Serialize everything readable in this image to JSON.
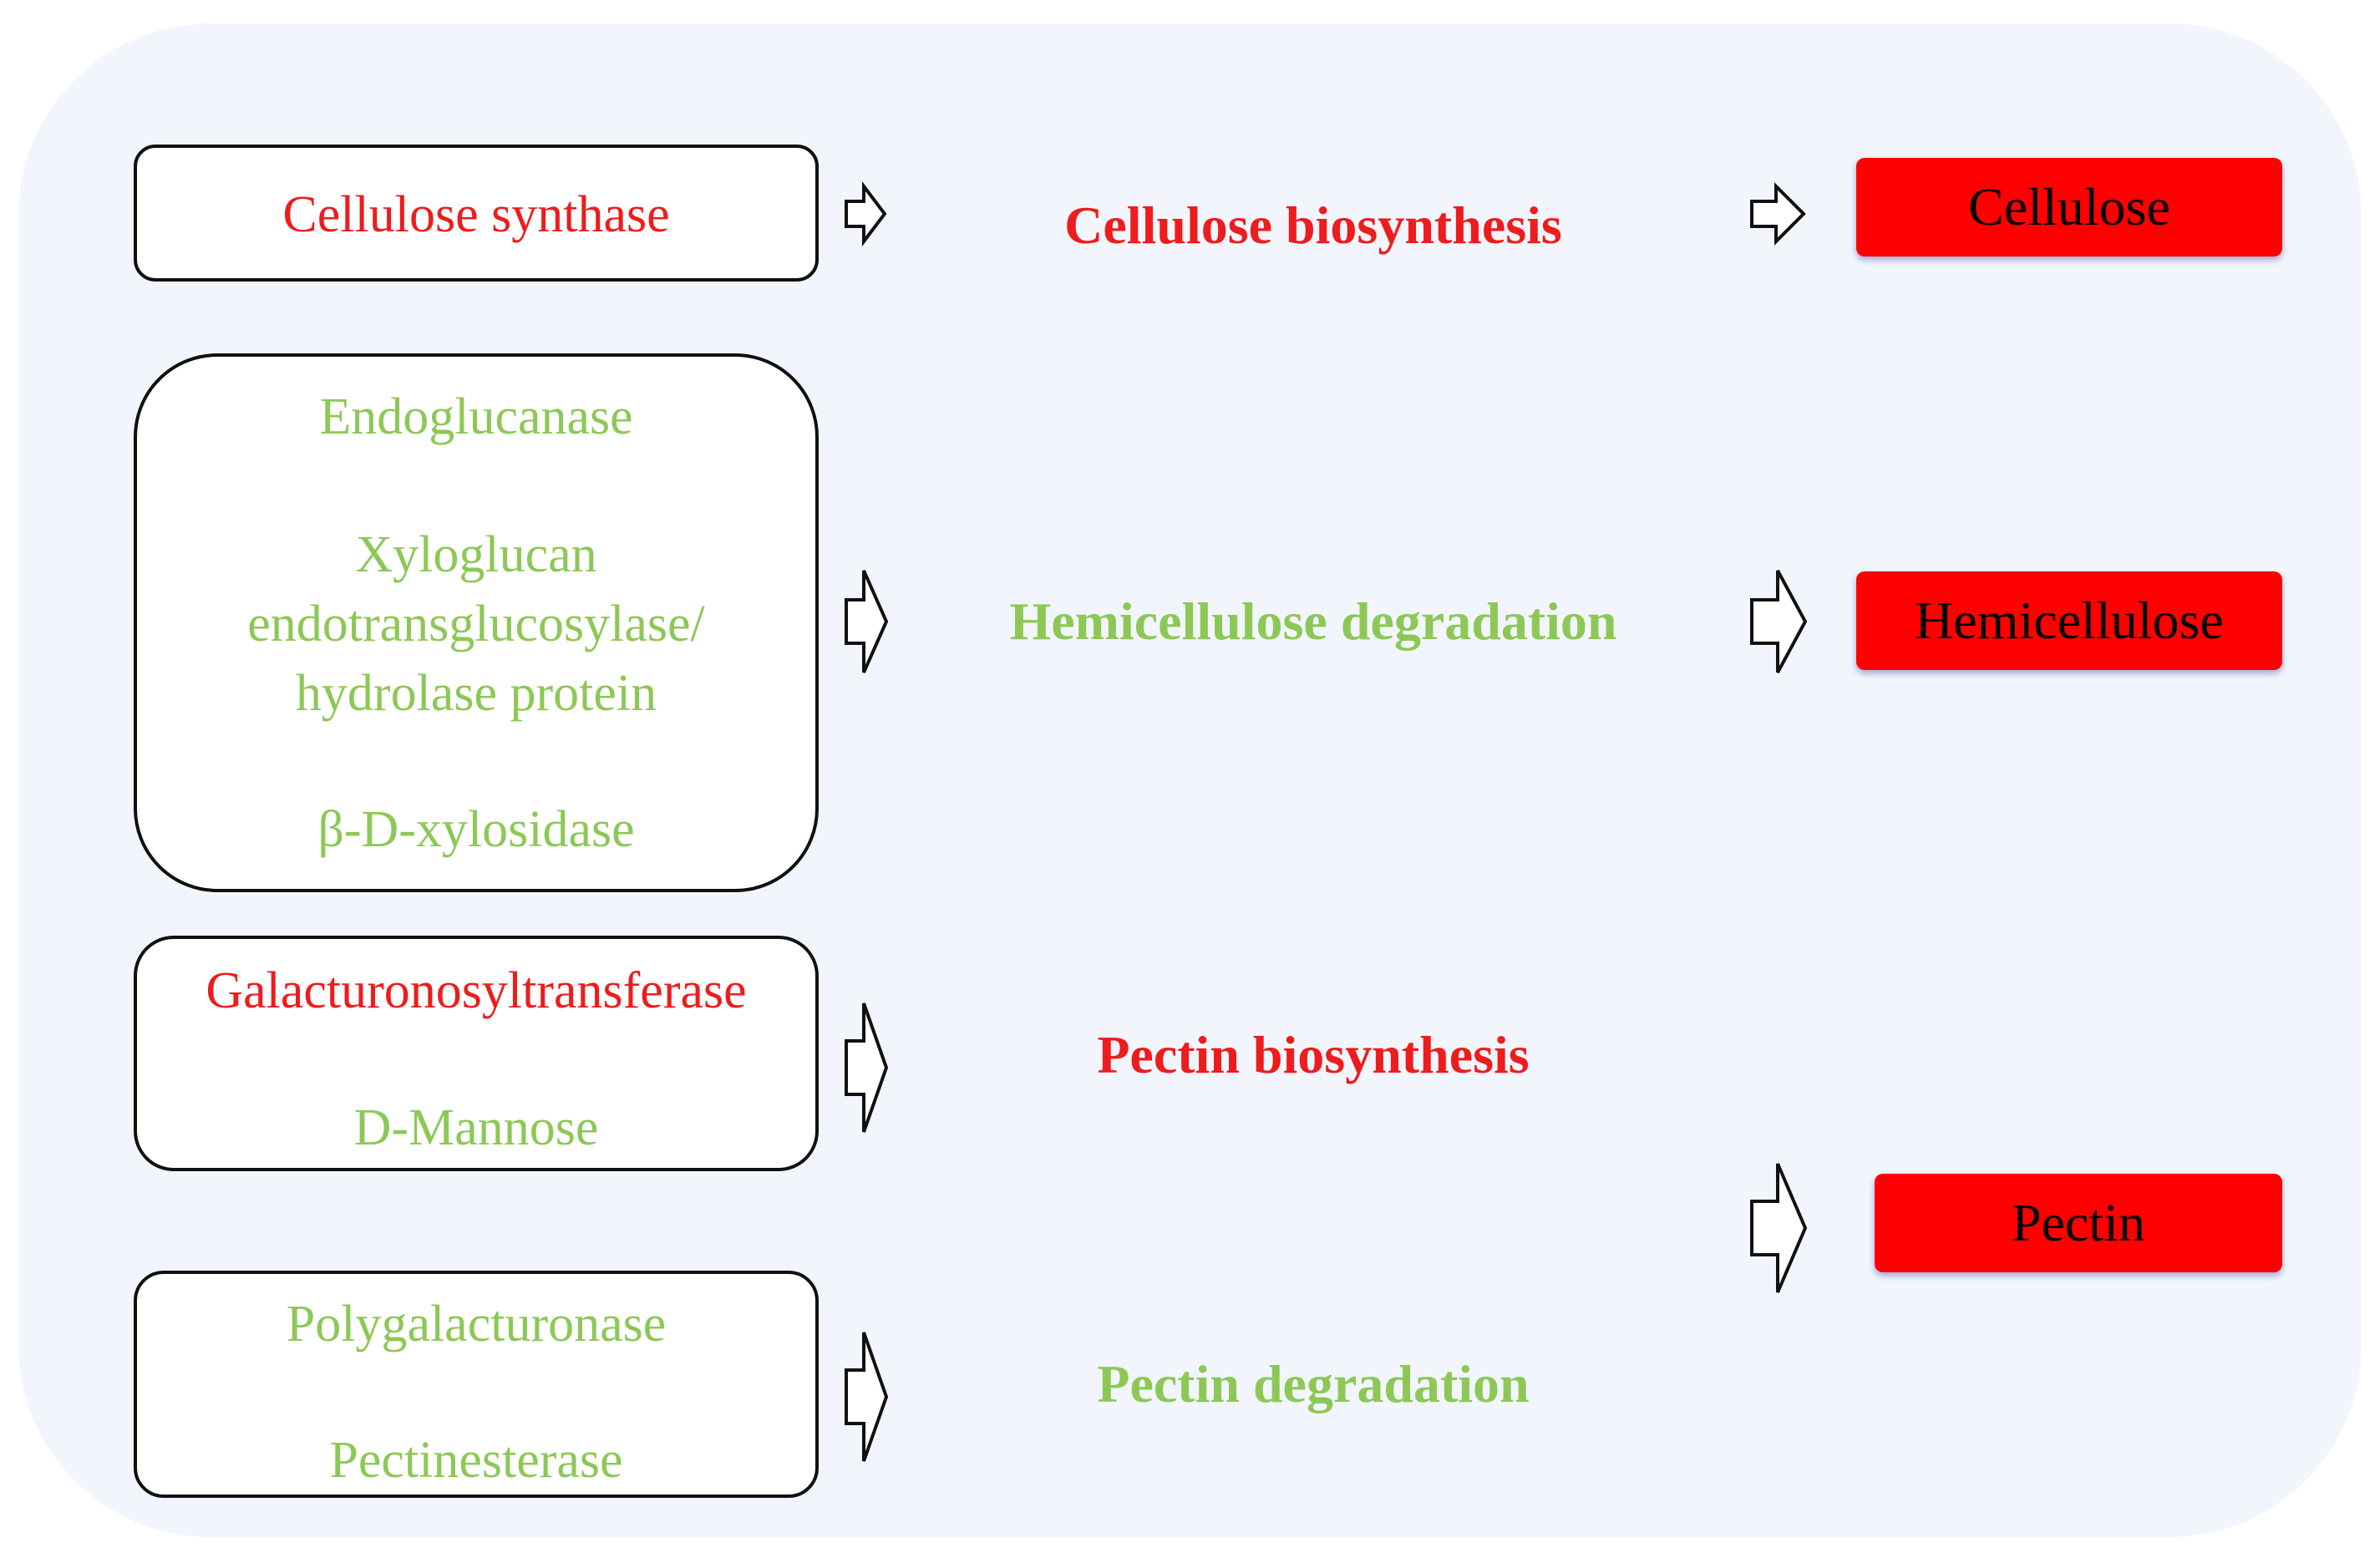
{
  "colors": {
    "synthesis": "#ee1c1c",
    "degradation": "#8dc856",
    "product": "#ff0000",
    "background": "#f2f6fc"
  },
  "rows": [
    {
      "genes": [
        {
          "label": "Cellulose synthase",
          "role": "synthesis"
        }
      ],
      "process": {
        "label": "Cellulose biosynthesis",
        "role": "synthesis"
      },
      "product": "Cellulose"
    },
    {
      "genes": [
        {
          "label": "Endoglucanase",
          "role": "degradation"
        },
        {
          "label": "Xyloglucan",
          "role": "degradation"
        },
        {
          "label": "endotransglucosylase/",
          "role": "degradation"
        },
        {
          "label": "hydrolase protein",
          "role": "degradation"
        },
        {
          "label": "β-D-xylosidase",
          "role": "degradation"
        }
      ],
      "process": {
        "label": "Hemicellulose degradation",
        "role": "degradation"
      },
      "product": "Hemicellulose"
    },
    {
      "genes": [
        {
          "label": "Galacturonosyltransferase",
          "role": "synthesis"
        },
        {
          "label": "D-Mannose",
          "role": "degradation"
        }
      ],
      "process": {
        "label": "Pectin biosynthesis",
        "role": "synthesis"
      }
    },
    {
      "genes": [
        {
          "label": "Polygalacturonase",
          "role": "degradation"
        },
        {
          "label": "Pectinesterase",
          "role": "degradation"
        }
      ],
      "process": {
        "label": "Pectin degradation",
        "role": "degradation"
      }
    }
  ],
  "shared_product": "Pectin"
}
